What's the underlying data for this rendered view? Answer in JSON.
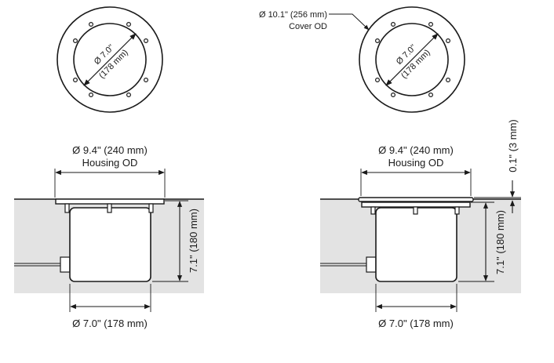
{
  "colors": {
    "ground": "#e3e3e3",
    "line": "#1a1a1a",
    "housing_fill": "#ffffff",
    "ring_fill": "#ffffff",
    "text": "#1a1a1a"
  },
  "left": {
    "top_view": {
      "inner_dim": "Ø 7.0\"",
      "inner_dim_mm": "(178 mm)"
    },
    "side_view": {
      "housing_od_dim": "Ø 9.4\" (240 mm)",
      "housing_od_label": "Housing OD",
      "height_dim": "7.1\" (180 mm)",
      "bottom_dim": "Ø 7.0\" (178 mm)"
    }
  },
  "right": {
    "top_view": {
      "cover_od_dim": "Ø 10.1\" (256 mm)",
      "cover_od_label": "Cover OD",
      "inner_dim": "Ø 7.0\"",
      "inner_dim_mm": "(178 mm)"
    },
    "side_view": {
      "housing_od_dim": "Ø 9.4\" (240 mm)",
      "housing_od_label": "Housing OD",
      "height_dim": "7.1\" (180 mm)",
      "bottom_dim": "Ø 7.0\" (178 mm)",
      "lip_dim": "0.1\" (3 mm)"
    }
  }
}
